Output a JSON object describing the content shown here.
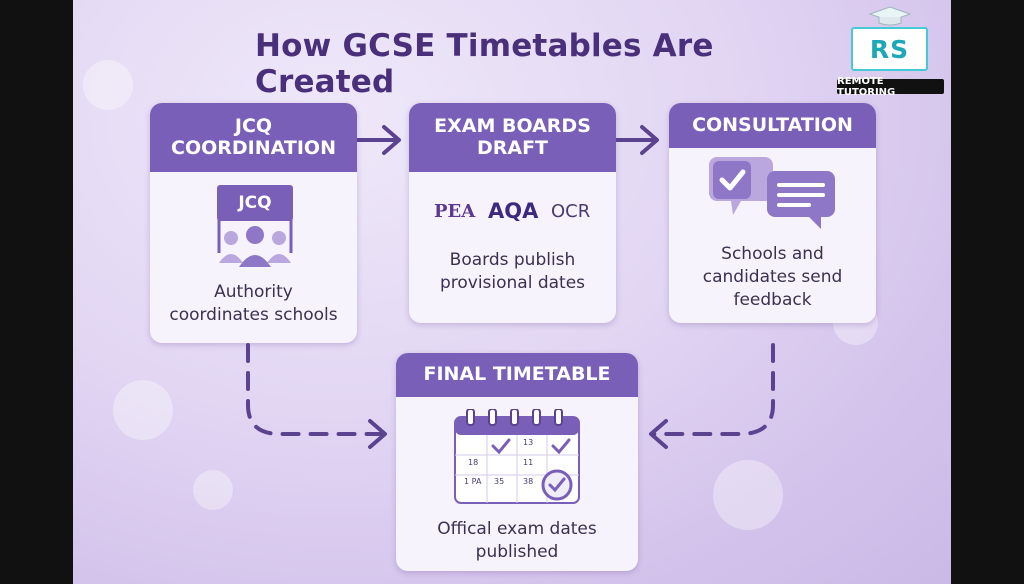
{
  "title": "How GCSE Timetables Are Created",
  "brand": {
    "logo_text": "RS",
    "tagline": "REMOTE TUTORING",
    "accent": "#46c9d6"
  },
  "colors": {
    "header": "#7a5fb8",
    "title": "#4a2f7a",
    "card_bg": "#f7f3fc",
    "arrow": "#5b4390"
  },
  "steps": {
    "jcq": {
      "header_line1": "JCQ",
      "header_line2": "COORDINATION",
      "sign_text": "JCQ",
      "line1": "Authority",
      "line2": "coordinates schools",
      "icon": "people-holding-sign-icon"
    },
    "boards": {
      "header_line1": "EXAM BOARDS",
      "header_line2": "DRAFT",
      "logos": [
        "PEA",
        "AQA",
        "OCR"
      ],
      "line1": "Boards publish",
      "line2": "provisional dates"
    },
    "consultation": {
      "header": "CONSULTATION",
      "line1": "Schools and",
      "line2": "candidates send",
      "line3": "feedback",
      "icon": "speech-bubbles-icon"
    },
    "final": {
      "header": "FINAL TIMETABLE",
      "line1": "Offical exam dates",
      "line2": "published",
      "icon": "calendar-icon",
      "calendar_cells": [
        "13",
        "18",
        "11",
        "1 PA",
        "35",
        "38"
      ]
    }
  }
}
